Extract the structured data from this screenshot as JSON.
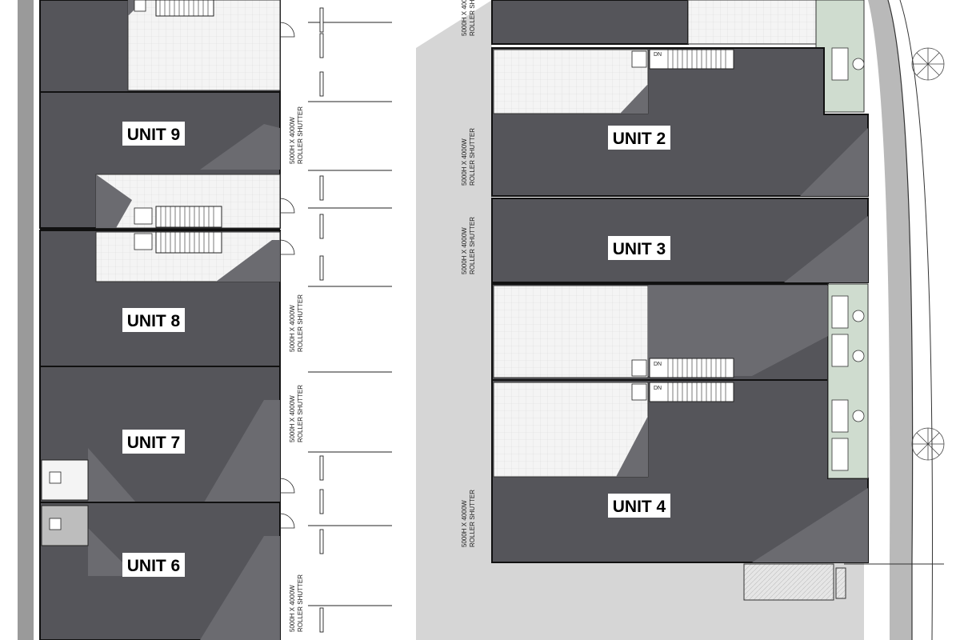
{
  "units": {
    "unit9": "UNIT 9",
    "unit8": "UNIT 8",
    "unit7": "UNIT 7",
    "unit6": "UNIT 6",
    "unit2": "UNIT 2",
    "unit3": "UNIT 3",
    "unit4": "UNIT 4"
  },
  "shutter": {
    "line1": "5000H X 4000W",
    "line2": "ROLLER SHUTTER"
  },
  "stair_label": "DN",
  "colors": {
    "unit_fill": "#55555a",
    "unit_shadow": "#6b6b70",
    "ground_shadow": "#d6d6d6",
    "road_band": "#9a9a9a",
    "courtyard": "#f2f2f2",
    "planter": "#cfdccf",
    "border": "#111111"
  }
}
